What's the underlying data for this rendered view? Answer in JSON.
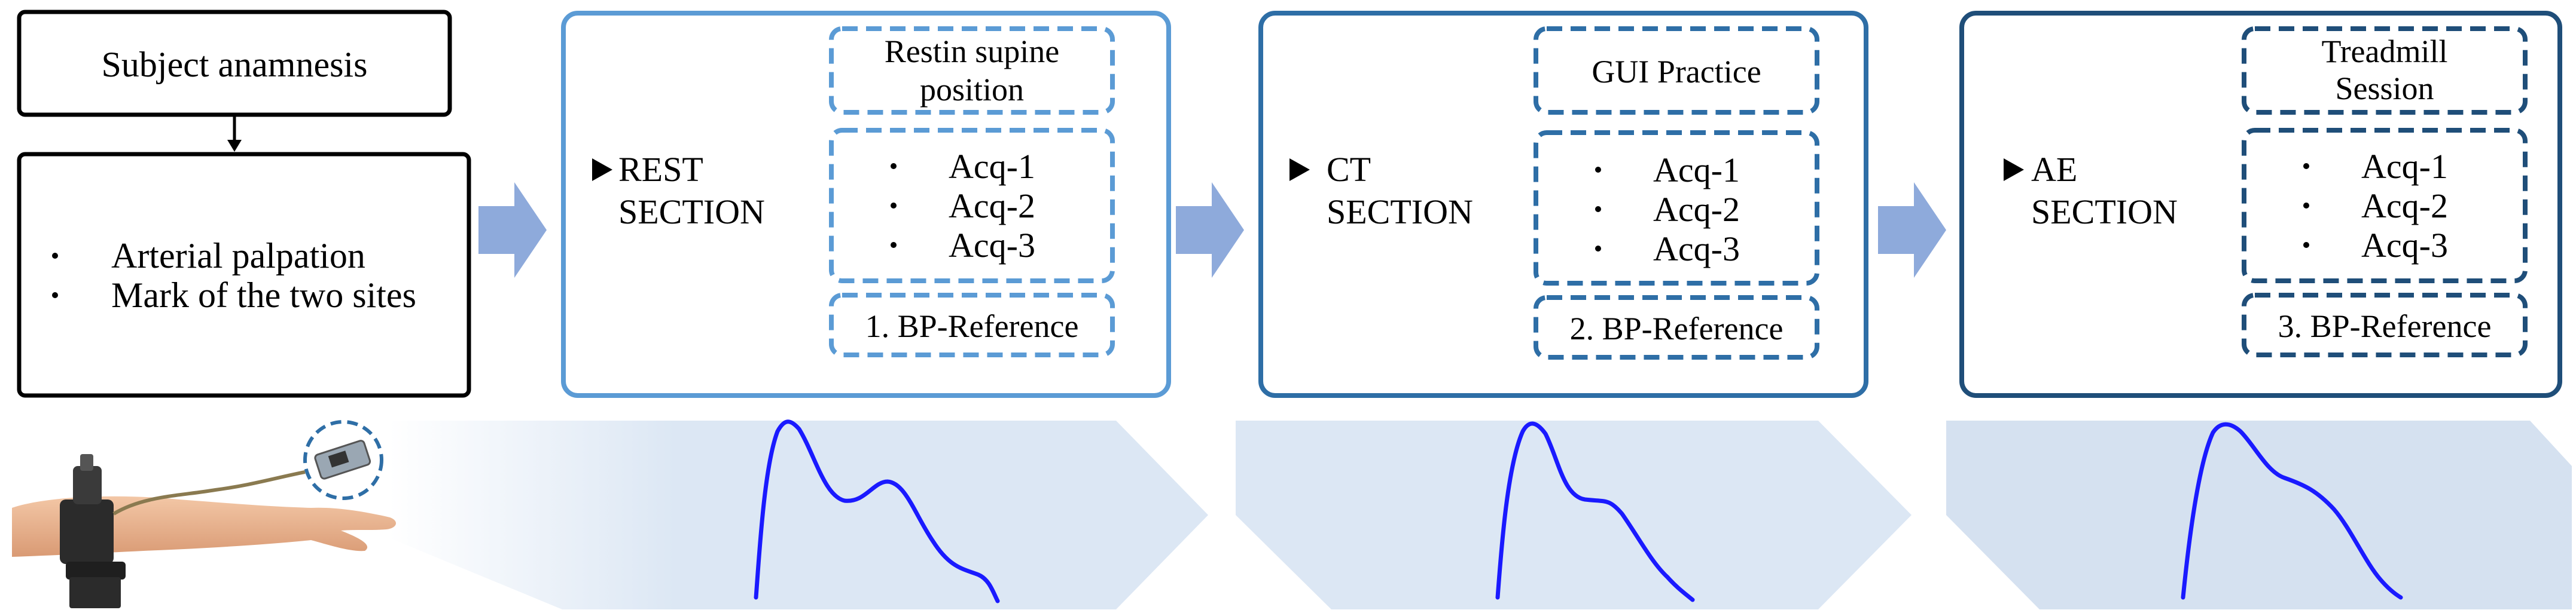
{
  "colors": {
    "section1": "#5b9bd5",
    "section2": "#2e6ea6",
    "section3": "#1f4e79",
    "arrow": "#8eaadb",
    "band": "#dce7f4",
    "waveform": "#1a1aff",
    "black": "#000000"
  },
  "anamnesis": {
    "title": "Subject anamnesis",
    "bullets": [
      "Arterial palpation",
      "Mark of the two sites"
    ]
  },
  "sections": [
    {
      "label_line1": "REST",
      "label_line2": "SECTION",
      "activity_line1": "Restin supine",
      "activity_line2": "position",
      "acqs": [
        "Acq-1",
        "Acq-2",
        "Acq-3"
      ],
      "bp_reference": "1. BP-Reference"
    },
    {
      "label_line1": "CT",
      "label_line2": "SECTION",
      "activity_line1": "GUI Practice",
      "activity_line2": "",
      "acqs": [
        "Acq-1",
        "Acq-2",
        "Acq-3"
      ],
      "bp_reference": "2. BP-Reference"
    },
    {
      "label_line1": "AE",
      "label_line2": "SECTION",
      "activity_line1": "Treadmill",
      "activity_line2": "Session",
      "acqs": [
        "Acq-1",
        "Acq-2",
        "Acq-3"
      ],
      "bp_reference": "3. BP-Reference"
    }
  ],
  "icons": {
    "play": "play-triangle-icon",
    "flow_arrow": "right-arrow-icon",
    "bullet": "bullet-dot-icon",
    "device": "wearable-sensor-arm-illustration"
  }
}
